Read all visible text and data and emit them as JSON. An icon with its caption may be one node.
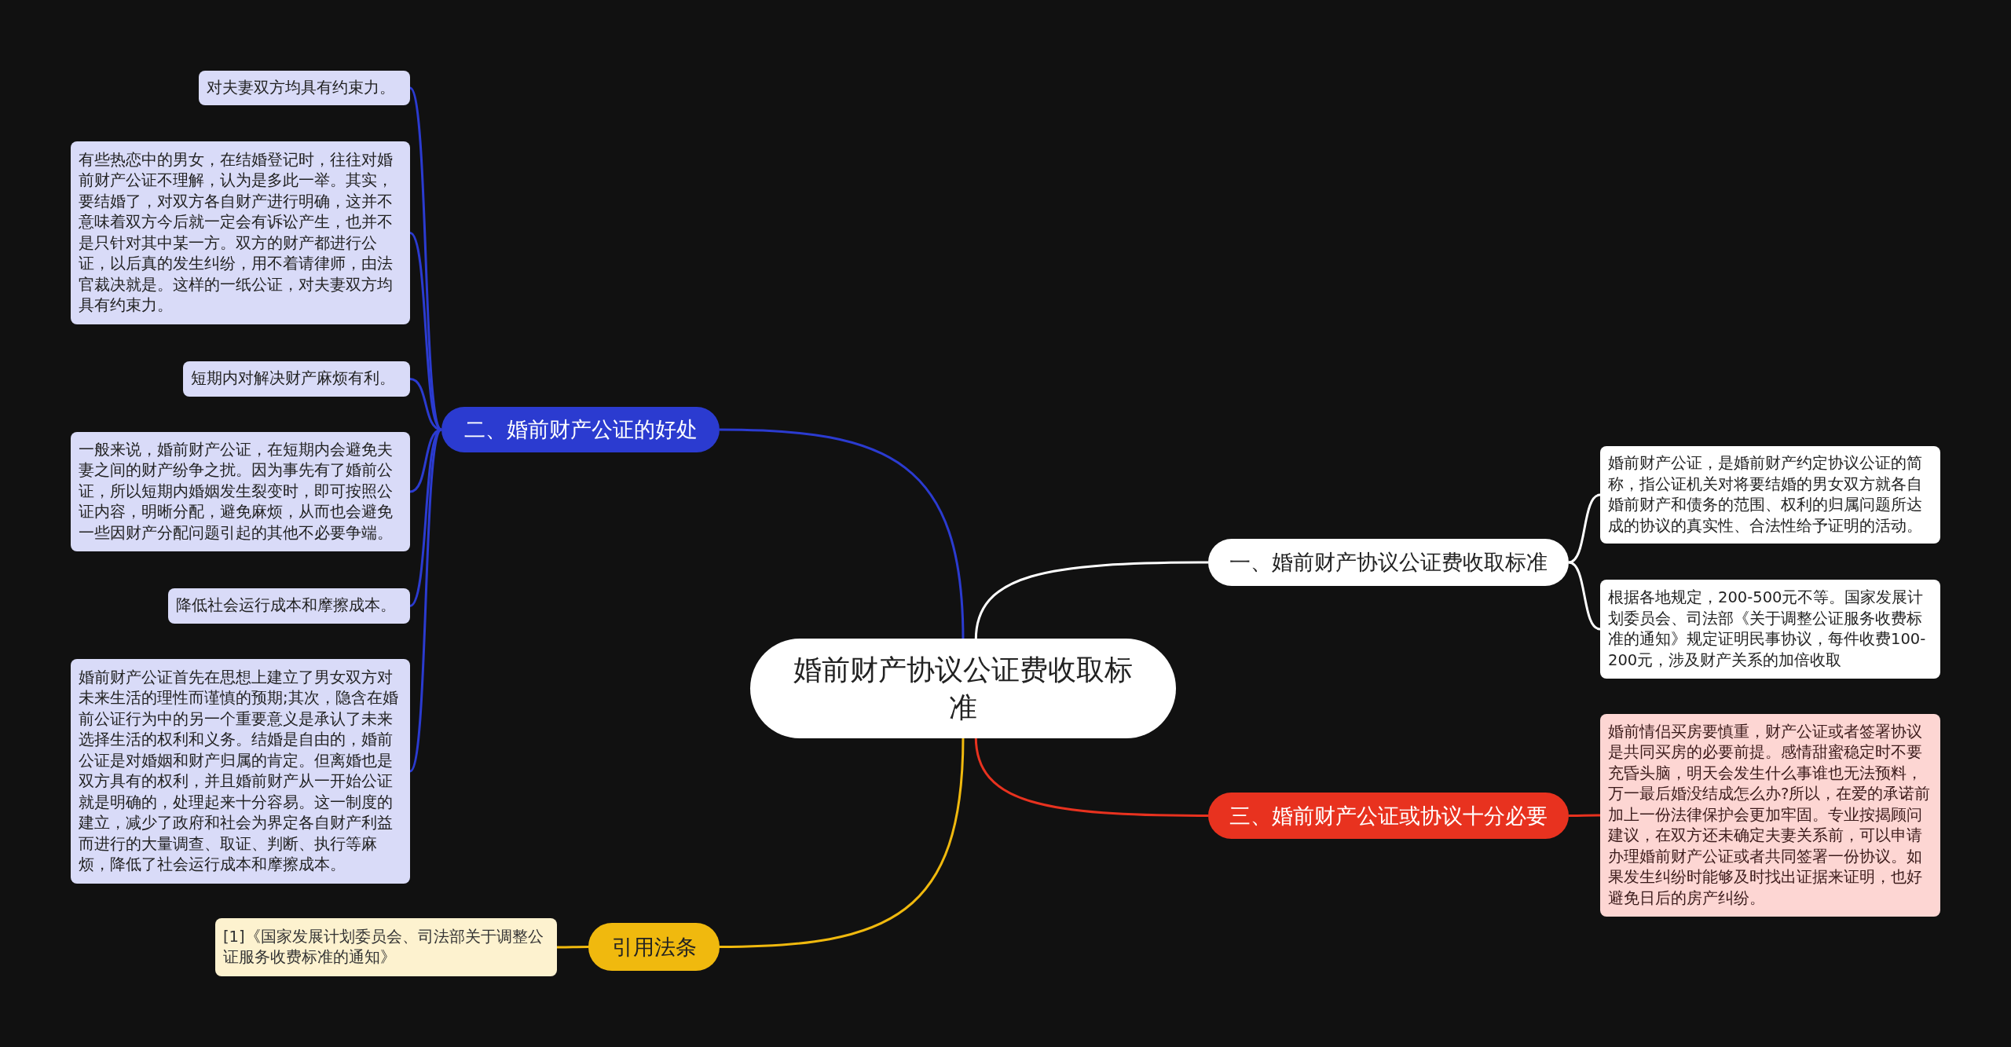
{
  "diagram": {
    "nodes": [
      {
        "text": [
          "婚前财产协议公证费收取标准"
        ]
      },
      {
        "text": [
          "一、婚前财产协议公证费收取标准"
        ]
      },
      {
        "text": [
          "婚前财产公证，是婚前财产约定协议公证的简称，指公证机关对将要结婚的男女双方就各自婚前财产和债务的范围、权利的归属问题所达成的协议的真实性、合法性给予证明的活动。"
        ]
      },
      {
        "text": [
          "根据各地规定，200-500元不等。国家发展计划委员会、司法部《关于调整公证服务收费标准的通知》规定证明民事协议，每件收费100-200元，涉及财产关系的加倍收取"
        ]
      },
      {
        "text": [
          "二、婚前财产公证的好处"
        ]
      },
      {
        "text": [
          "对夫妻双方均具有约束力。"
        ]
      },
      {
        "text": [
          "有些热恋中的男女，在结婚登记时，往往对婚前财产公证不理解，认为是多此一举。其实，要结婚了，对双方各自财产进行明确，这并不意味着双方今后就一定会有诉讼产生，也并不是只针对其中某一方。双方的财产都进行公证，以后真的发生纠纷，用不着请律师，由法官裁决就是。这样的一纸公证，对夫妻双方均具有约束力。"
        ]
      },
      {
        "text": [
          "短期内对解决财产麻烦有利。"
        ]
      },
      {
        "text": [
          "一般来说，婚前财产公证，在短期内会避免夫妻之间的财产纷争之扰。因为事先有了婚前公证，所以短期内婚姻发生裂变时，即可按照公证内容，明晰分配，避免麻烦，从而也会避免一些因财产分配问题引起的其他不必要争端。"
        ]
      },
      {
        "text": [
          "降低社会运行成本和摩擦成本。"
        ]
      },
      {
        "text": [
          "婚前财产公证首先在思想上建立了男女双方对未来生活的理性而谨慎的预期;其次，隐含在婚前公证行为中的另一个重要意义是承认了未来选择生活的权利和义务。结婚是自由的，婚前公证是对婚姻和财产归属的肯定。但离婚也是双方具有的权利，并且婚前财产从一开始公证就是明确的，处理起来十分容易。这一制度的建立，减少了政府和社会为界定各自财产利益而进行的大量调查、取证、判断、执行等麻烦，降低了社会运行成本和摩擦成本。"
        ]
      },
      {
        "text": [
          "三、婚前财产公证或协议十分必要"
        ]
      },
      {
        "text": [
          "婚前情侣买房要慎重，财产公证或者签署协议是共同买房的必要前提。感情甜蜜稳定时不要充昏头脑，明天会发生什么事谁也无法预料，万一最后婚没结成怎么办?所以，在爱的承诺前加上一份法律保护会更加牢固。专业按揭顾问建议，在双方还未确定夫妻关系前，可以申请办理婚前财产公证或者共同签署一份协议。如果发生纠纷时能够及时找出证据来证明，也好避免日后的房产纠纷。"
        ]
      },
      {
        "text": [
          "引用法条"
        ]
      },
      {
        "text": [
          "[1]《国家发展计划委员会、司法部关于调整公证服务收费标准的通知》"
        ]
      }
    ],
    "edges": [
      {
        "from": 0,
        "to": 1,
        "arrow": "none",
        "color": "#ffffff"
      },
      {
        "from": 1,
        "to": 2,
        "arrow": "none",
        "color": "#ffffff"
      },
      {
        "from": 1,
        "to": 3,
        "arrow": "none",
        "color": "#ffffff"
      },
      {
        "from": 0,
        "to": 4,
        "arrow": "none",
        "color": "#2b3bd0"
      },
      {
        "from": 4,
        "to": 5,
        "arrow": "none",
        "color": "#2b3bd0"
      },
      {
        "from": 4,
        "to": 6,
        "arrow": "none",
        "color": "#2b3bd0"
      },
      {
        "from": 4,
        "to": 7,
        "arrow": "none",
        "color": "#2b3bd0"
      },
      {
        "from": 4,
        "to": 8,
        "arrow": "none",
        "color": "#2b3bd0"
      },
      {
        "from": 4,
        "to": 9,
        "arrow": "none",
        "color": "#2b3bd0"
      },
      {
        "from": 4,
        "to": 10,
        "arrow": "none",
        "color": "#2b3bd0"
      },
      {
        "from": 0,
        "to": 11,
        "arrow": "none",
        "color": "#e8321f"
      },
      {
        "from": 11,
        "to": 12,
        "arrow": "none",
        "color": "#e8321f"
      },
      {
        "from": 0,
        "to": 13,
        "arrow": "none",
        "color": "#f0b90e"
      },
      {
        "from": 13,
        "to": 14,
        "arrow": "none",
        "color": "#f0b90e"
      }
    ]
  }
}
